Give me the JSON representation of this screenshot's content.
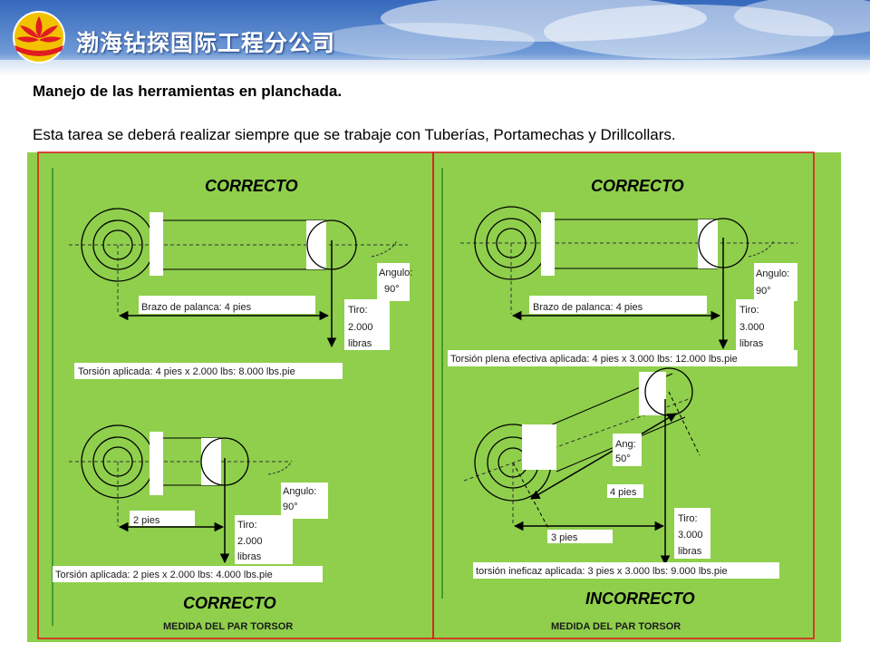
{
  "header": {
    "company_name": "渤海钻探国际工程分公司",
    "logo_icon": "cnpc-petal-logo"
  },
  "heading": "Manejo de las herramientas en planchada.",
  "description": "Esta tarea se deberá realizar siempre que se trabaje con Tuberías, Portamechas y Drillcollars.",
  "panels": {
    "top_left": {
      "status": "CORRECTO",
      "arm": "Brazo de palanca: 4 pies",
      "angle_1": "Angulo:",
      "angle_2": "90°",
      "pull_1": "Tiro:",
      "pull_2": "2.000",
      "pull_3": "libras",
      "torque": "Torsión aplicada: 4 pies x 2.000  lbs: 8.000 lbs.pie"
    },
    "top_right": {
      "status": "CORRECTO",
      "arm": "Brazo de palanca: 4 pies",
      "angle_1": "Angulo:",
      "angle_2": "90°",
      "pull_1": "Tiro:",
      "pull_2": "3.000",
      "pull_3": "libras",
      "torque": "Torsión plena efectiva aplicada: 4 pies x 3.000 lbs: 12.000 lbs.pie"
    },
    "bottom_left": {
      "status": "CORRECTO",
      "arm": "2 pies",
      "angle_1": "Angulo:",
      "angle_2": "90°",
      "pull_1": "Tiro:",
      "pull_2": "2.000",
      "pull_3": "libras",
      "torque": "Torsión aplicada: 2 pies x 2.000  lbs: 4.000 lbs.pie",
      "footer": "MEDIDA DEL PAR TORSOR"
    },
    "bottom_right": {
      "status": "INCORRECTO",
      "angle_1": "Ang:",
      "angle_2": "50°",
      "arm_diag": "4 pies",
      "arm": "3 pies",
      "pull_1": "Tiro:",
      "pull_2": "3.000",
      "pull_3": "libras",
      "torque": "torsión ineficaz aplicada: 3 pies x 3.000 lbs: 9.000 lbs.pie",
      "footer": "MEDIDA DEL PAR TORSOR"
    }
  },
  "colors": {
    "panel_green": "#8fcf4c",
    "divider_red": "#e0101a",
    "banner_blue": "#2a5db0"
  }
}
